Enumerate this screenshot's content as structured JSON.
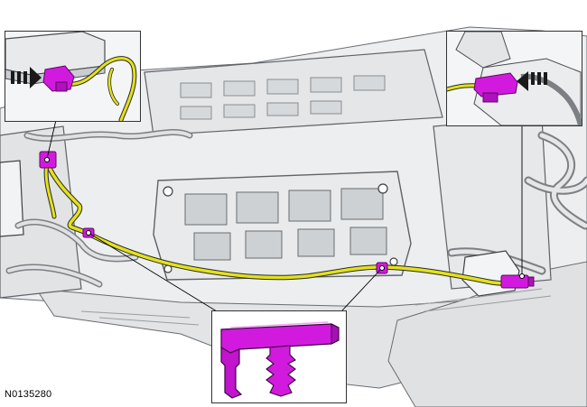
{
  "figure": {
    "reference_code": "N0135280"
  },
  "colors": {
    "harness": "#e3e21a",
    "connector": "#d21adf",
    "frame_line": "#5f6266",
    "frame_fill": "#e6e8ea",
    "frame_dark": "#c3c6ca",
    "arrow": "#1a1a1a",
    "inset_border": "#333333"
  },
  "icons": {
    "left_inset_arrow": "direction-arrow-right",
    "right_inset_arrow": "direction-arrow-left"
  }
}
